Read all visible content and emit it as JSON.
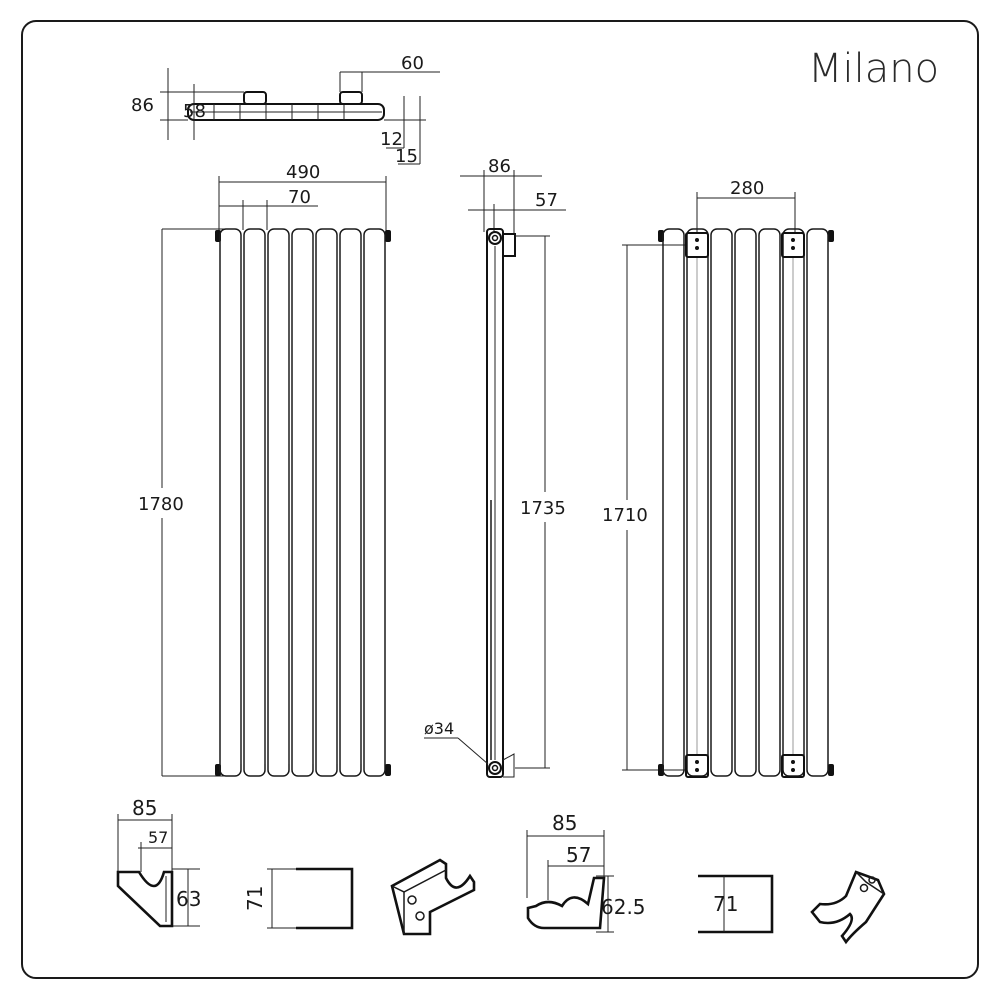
{
  "brand": {
    "name": "Milano"
  },
  "top_view": {
    "depth_total": "86",
    "depth_body": "58",
    "spacing": "60",
    "wall_gap_a": "12",
    "wall_gap_b": "15"
  },
  "front_view": {
    "width": "490",
    "column_pitch": "70",
    "height": "1780"
  },
  "side_view": {
    "depth": "86",
    "depth_inner": "57",
    "connection_height": "1735",
    "pipe_diameter": "ø34"
  },
  "rear_view": {
    "bracket_spacing": "280",
    "bracket_height": "1710"
  },
  "bracket_a": {
    "width": "85",
    "inner_width": "57",
    "height": "63",
    "plate_height": "71"
  },
  "bracket_b": {
    "width": "85",
    "inner_width": "57",
    "height": "62.5",
    "plate_height": "71"
  },
  "colors": {
    "line": "#111111",
    "frame": "#1a1a1a",
    "background": "#ffffff"
  }
}
